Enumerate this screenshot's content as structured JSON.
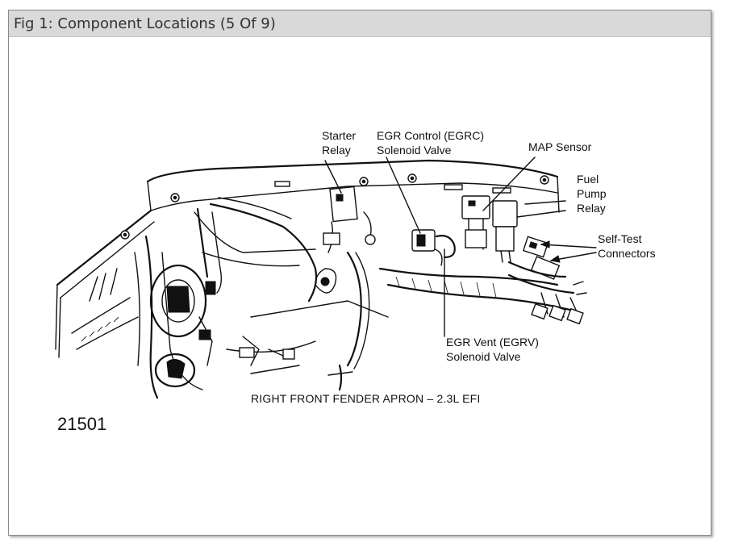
{
  "window": {
    "title": "Fig 1: Component Locations (5 Of 9)"
  },
  "diagram": {
    "labels": {
      "starter_relay_1": "Starter",
      "starter_relay_2": "Relay",
      "egrc_1": "EGR Control (EGRC)",
      "egrc_2": "Solenoid Valve",
      "map_sensor": "MAP Sensor",
      "fuel_pump_1": "Fuel",
      "fuel_pump_2": "Pump",
      "fuel_pump_3": "Relay",
      "self_test_1": "Self-Test",
      "self_test_2": "Connectors",
      "egrv_1": "EGR Vent (EGRV)",
      "egrv_2": "Solenoid Valve"
    },
    "caption": "RIGHT FRONT FENDER APRON  –  2.3L EFI",
    "figure_number": "21501"
  },
  "colors": {
    "titlebar_bg": "#d9d9d9",
    "frame_border": "#8a8a8a",
    "ink": "#111111"
  }
}
